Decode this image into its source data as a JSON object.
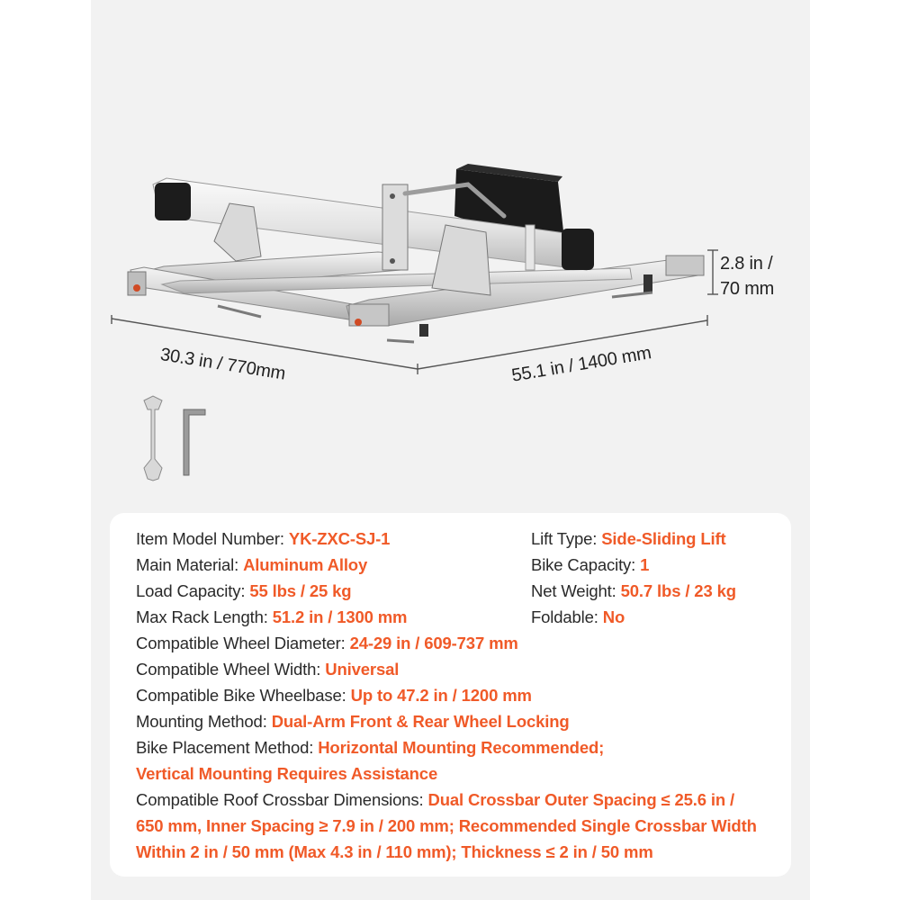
{
  "dimensions": {
    "height_in": "2.8 in  /",
    "height_mm": "70 mm",
    "width": "30.3 in  / 770mm",
    "length": "55.1 in  / 1400 mm"
  },
  "colors": {
    "accent": "#f05a28",
    "text": "#2a2a2a",
    "stage_background": "#f2f2f2",
    "card_background": "#ffffff"
  },
  "tools": [
    "wrench-icon",
    "hex-key-icon"
  ],
  "specs": {
    "left": [
      {
        "label": "Item Model Number: ",
        "value": "YK-ZXC-SJ-1"
      },
      {
        "label": "Main Material: ",
        "value": "Aluminum Alloy"
      },
      {
        "label": "Load Capacity: ",
        "value": "55 lbs / 25 kg"
      },
      {
        "label": "Max Rack Length: ",
        "value": "51.2 in / 1300 mm"
      },
      {
        "label": "Compatible Wheel Diameter: ",
        "value": "24-29 in / 609-737 mm"
      },
      {
        "label": "Compatible Wheel Width: ",
        "value": "Universal"
      },
      {
        "label": "Compatible Bike Wheelbase: ",
        "value": "Up to 47.2 in / 1200 mm"
      },
      {
        "label": "Mounting Method: ",
        "value": "Dual-Arm Front & Rear Wheel Locking"
      },
      {
        "label": "Bike Placement Method: ",
        "value": "Horizontal Mounting Recommended;",
        "value2": "Vertical Mounting Requires Assistance"
      },
      {
        "label": "Compatible Roof Crossbar Dimensions: ",
        "value": "Dual Crossbar Outer Spacing ≤ 25.6 in /",
        "value2": "650 mm, Inner Spacing ≥ 7.9 in / 200 mm; Recommended Single Crossbar Width",
        "value3": "Within 2 in / 50 mm (Max 4.3 in / 110 mm); Thickness ≤ 2 in / 50 mm"
      }
    ],
    "right": [
      {
        "label": "Lift Type: ",
        "value": "Side-Sliding Lift"
      },
      {
        "label": "Bike Capacity: ",
        "value": "1"
      },
      {
        "label": "Net Weight: ",
        "value": "50.7 lbs / 23 kg"
      },
      {
        "label": "Foldable: ",
        "value": "No"
      }
    ]
  }
}
